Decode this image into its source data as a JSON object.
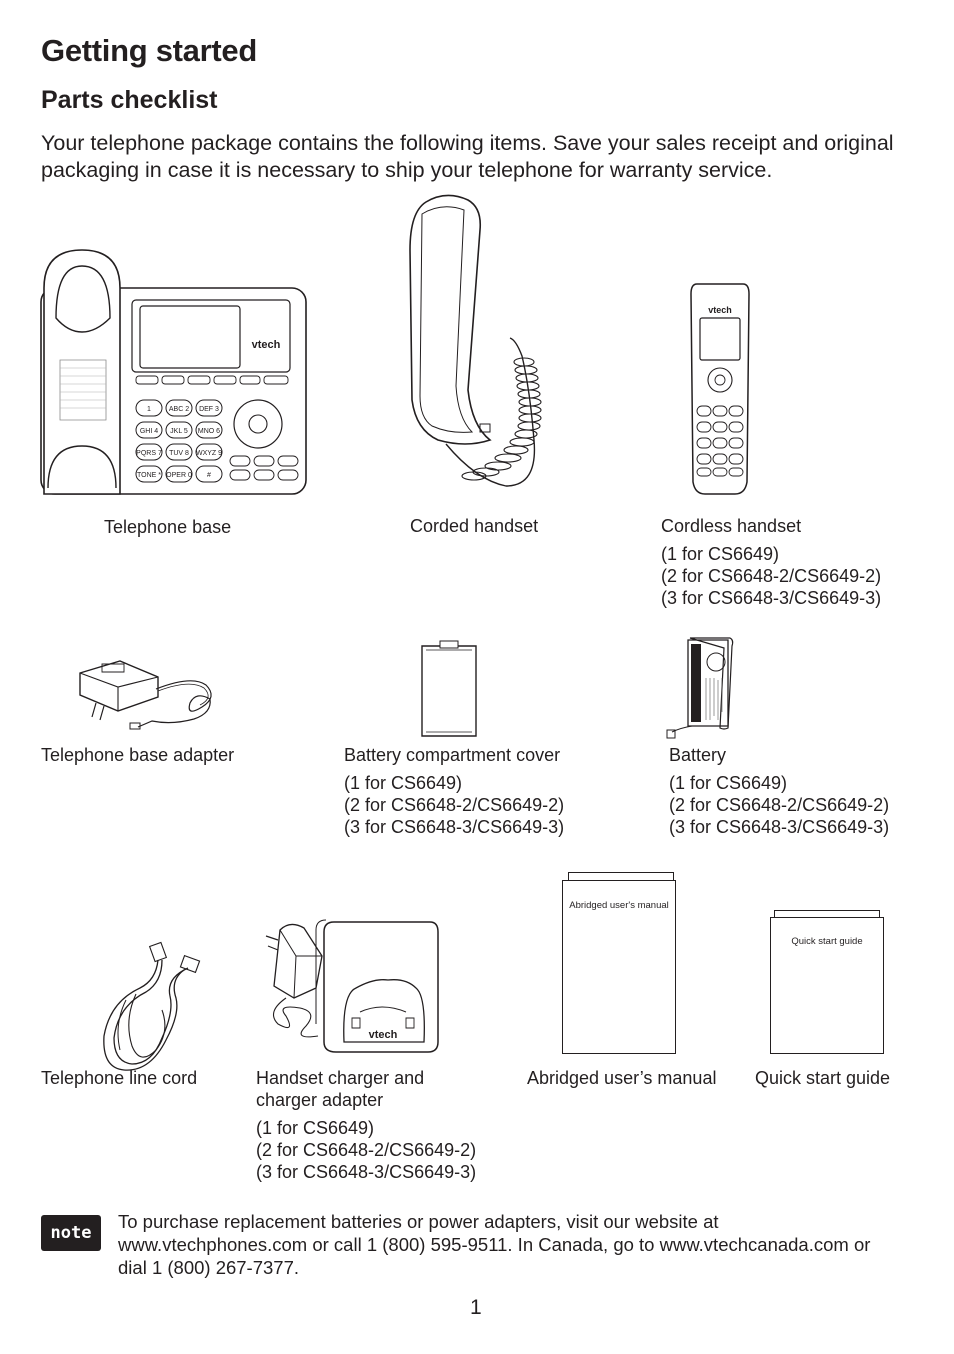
{
  "heading": "Getting started",
  "subheading": "Parts checklist",
  "intro": "Your telephone package contains the following items. Save your sales receipt and original packaging in case it is necessary to ship your telephone for warranty service.",
  "parts": {
    "telephone_base": {
      "name": "Telephone base"
    },
    "corded_handset": {
      "name": "Corded handset"
    },
    "cordless_handset": {
      "name": "Cordless handset",
      "qty": [
        "(1 for CS6649)",
        "(2 for CS6648-2/CS6649-2)",
        "(3 for CS6648-3/CS6649-3)"
      ]
    },
    "base_adapter": {
      "name": "Telephone base adapter"
    },
    "battery_cover": {
      "name": "Battery compartment cover",
      "qty": [
        "(1 for CS6649)",
        "(2 for CS6648-2/CS6649-2)",
        "(3 for CS6648-3/CS6649-3)"
      ]
    },
    "battery": {
      "name": "Battery",
      "qty": [
        "(1 for CS6649)",
        "(2 for CS6648-2/CS6649-2)",
        "(3 for CS6648-3/CS6649-3)"
      ]
    },
    "line_cord": {
      "name": "Telephone line cord"
    },
    "charger": {
      "name_line1": "Handset charger and",
      "name_line2": "charger adapter",
      "qty": [
        "(1 for CS6649)",
        "(2 for CS6648-2/CS6649-2)",
        "(3 for CS6648-3/CS6649-3)"
      ]
    },
    "abridged_manual": {
      "name": "Abridged user’s manual",
      "cover_label": "Abridged user's manual"
    },
    "quick_start": {
      "name": "Quick start guide",
      "cover_label": "Quick start guide"
    }
  },
  "brand": "vtech",
  "keypad": [
    "1",
    "ABC 2",
    "DEF 3",
    "GHI 4",
    "JKL 5",
    "MNO 6",
    "PQRS 7",
    "TUV 8",
    "WXYZ 9",
    "TONE *",
    "OPER 0",
    "#"
  ],
  "note": {
    "badge": "note",
    "text": "To purchase replacement batteries or power adapters, visit our website at www.vtechphones.com or call 1 (800) 595-9511. In Canada, go to www.vtechcanada.com or dial 1 (800) 267-7377."
  },
  "page_number": "1"
}
